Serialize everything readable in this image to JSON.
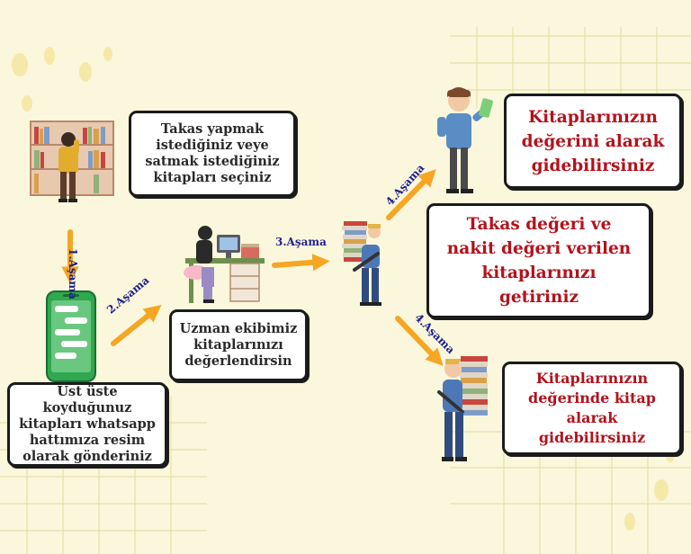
{
  "boxes": {
    "select": "Takas yapmak istediğiniz veye satmak istediğiniz kitapları seçiniz",
    "send": "Üst üste koyduğunuz kitapları whatsapp hattımıza resim olarak gönderiniz",
    "evaluate": "Uzman ekibimiz kitaplarınızı değerlendirsin",
    "value_leave": "Kitaplarınızın değerini alarak gidebilirsiniz",
    "bring": "Takas değeri ve nakit değeri verilen kitaplarınızı getiriniz",
    "book_leave": "Kitaplarınızın değerinde kitap alarak gidebilirsiniz"
  },
  "steps": {
    "s1": "1.Aşama",
    "s2": "2.Aşama",
    "s3": "3.Aşama",
    "s4a": "4.Aşama",
    "s4b": "4.Aşama"
  },
  "colors": {
    "background": "#fbf7dc",
    "arrow": "#f5a623",
    "box_border": "#1b1b1b",
    "red_text": "#b3121b",
    "step_label": "#1f1f8f",
    "phone": "#2fa84f"
  },
  "icons": [
    "bookshelf-person-icon",
    "phone-chat-icon",
    "desk-computer-person-icon",
    "book-stack-person-icon",
    "money-person-icon"
  ]
}
